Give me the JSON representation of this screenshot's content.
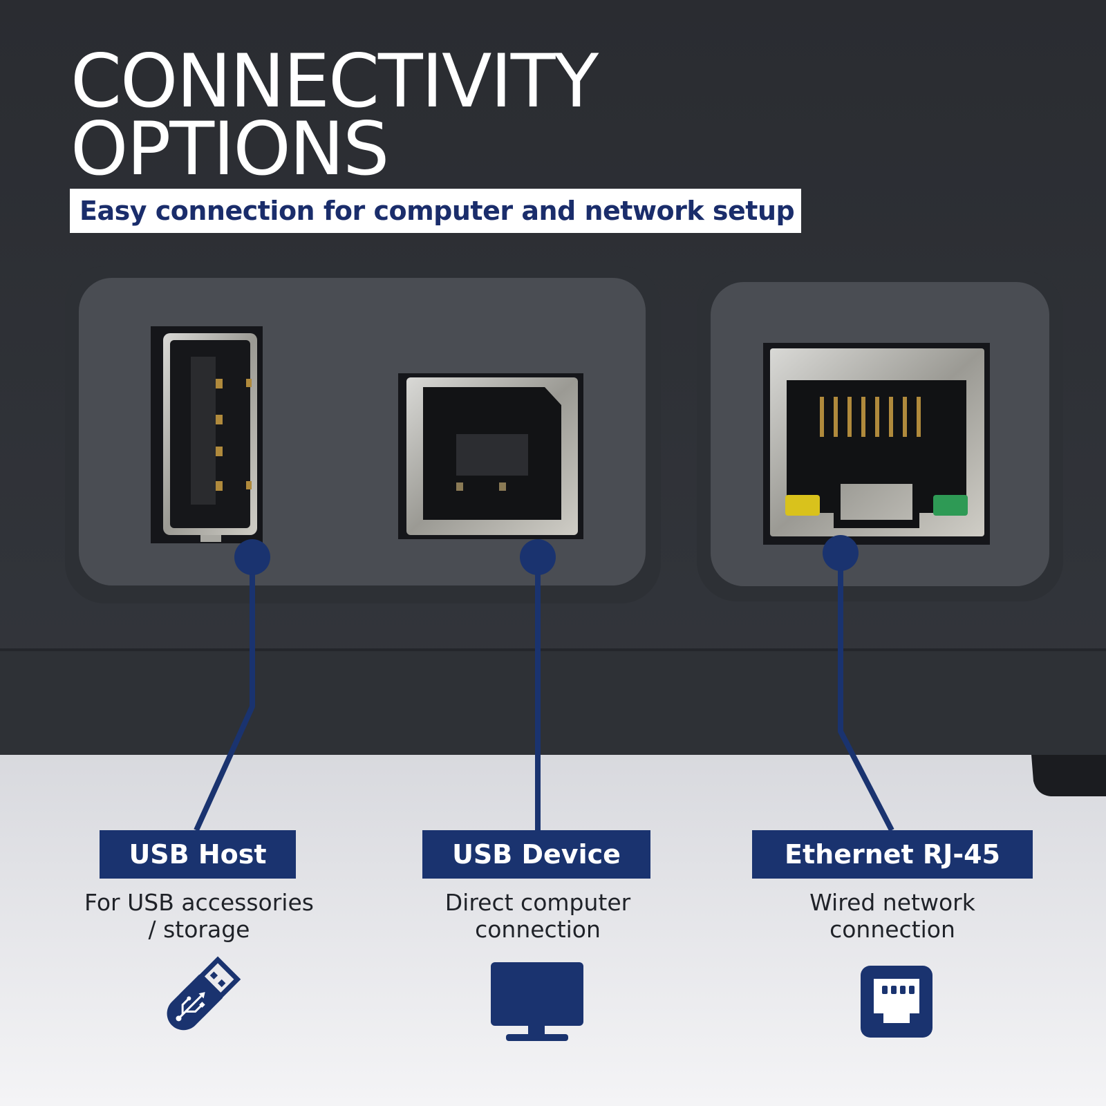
{
  "title": {
    "line1": "CONNECTIVITY",
    "line2": "OPTIONS"
  },
  "subtitle": "Easy connection for computer and network setup",
  "colors": {
    "background_dark": "#2b2d33",
    "panel": "#4a4d53",
    "accent_navy": "#1a336f",
    "subtitle_text": "#1a2d6b",
    "white": "#ffffff",
    "led_yellow": "#d9c21c",
    "led_green": "#2e9a55"
  },
  "ports": [
    {
      "label": "USB Host",
      "description_line1": "For USB accessories",
      "description_line2": "/ storage",
      "icon": "usb-flash-drive-icon"
    },
    {
      "label": "USB Device",
      "description_line1": "Direct computer",
      "description_line2": "connection",
      "icon": "computer-monitor-icon"
    },
    {
      "label": "Ethernet RJ-45",
      "description_line1": "Wired network",
      "description_line2": "connection",
      "icon": "ethernet-port-icon"
    }
  ]
}
